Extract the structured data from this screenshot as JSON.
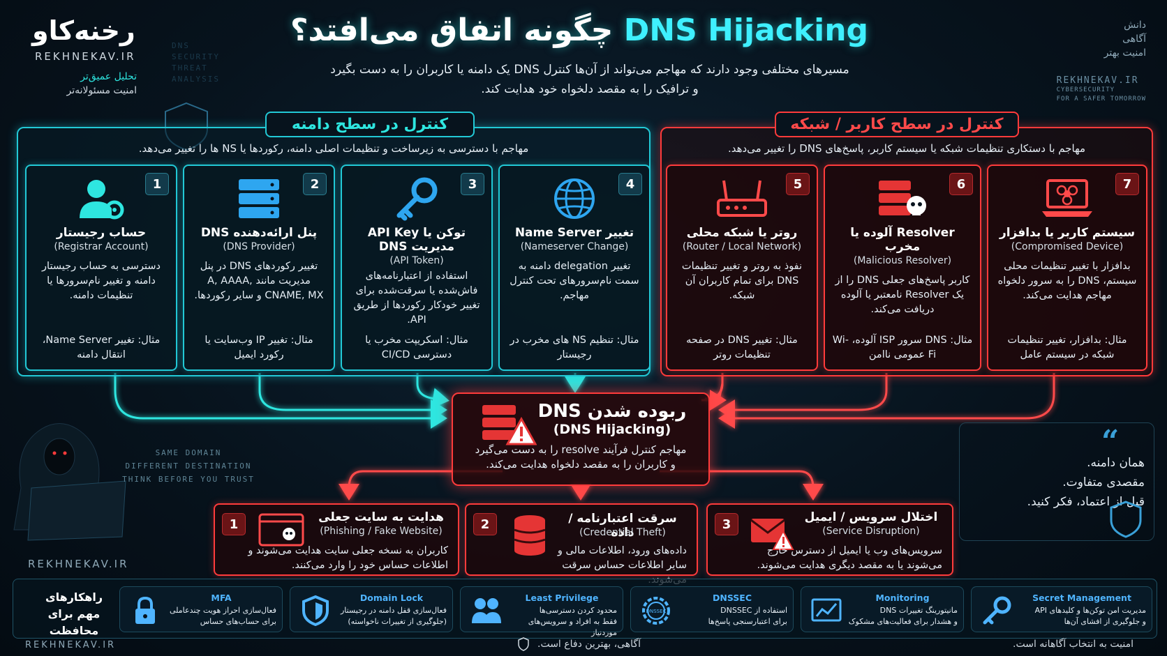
{
  "brand": {
    "logo": "رخنه‌کاو",
    "url": "REKHNEKAV.IR",
    "tagline_1": "تحلیل عمیق‌تر",
    "tagline_2": "امنیت مسئولانه‌تر",
    "bg_text_1": "DNS",
    "bg_text_2": "SECURITY",
    "bg_text_3": "THREAT",
    "bg_text_4": "ANALYSIS",
    "top_right_1": "دانش",
    "top_right_2": "آگاهی",
    "top_right_3": "امنیت بهتر",
    "top_right_url": "REKHNEKAV.IR",
    "top_right_sub_1": "CYBERSECURITY",
    "top_right_sub_2": "FOR A SAFER TOMORROW"
  },
  "header": {
    "title_prefix": "DNS Hijacking",
    "title_suffix": "چگونه اتفاق می‌افتد؟",
    "subtitle_1": "مسیرهای مختلفی وجود دارند که مهاجم می‌تواند از آن‌ها کنترل DNS یک دامنه یا کاربران را به دست بگیرد",
    "subtitle_2": "و ترافیک را به مقصد دلخواه خود هدایت کند."
  },
  "domain_panel": {
    "title": "کنترل در سطح دامنه",
    "desc": "مهاجم با دسترسی به زیرساخت و تنظیمات اصلی دامنه، رکوردها یا NS ها را تغییر می‌دهد.",
    "cards": [
      {
        "num": "1",
        "icon": "user-gear-icon",
        "title": "حساب رجیستار",
        "en": "(Registrar Account)",
        "body": "دسترسی به حساب رجیستار دامنه و تغییر نام‌سرورها یا تنظیمات دامنه.",
        "example": "مثال: تغییر Name Server، انتقال دامنه"
      },
      {
        "num": "2",
        "icon": "server-stack-icon",
        "title": "پنل ارائه‌دهنده DNS",
        "en": "(DNS Provider)",
        "body": "تغییر رکوردهای DNS در پنل مدیریت مانند A, AAAA, CNAME, MX و سایر رکوردها.",
        "example": "مثال: تغییر IP وب‌سایت یا رکورد ایمیل"
      },
      {
        "num": "3",
        "icon": "key-icon",
        "title": "توکن یا API Key مدیریت DNS",
        "en": "(API Token)",
        "body": "استفاده از اعتبارنامه‌های فاش‌شده یا سرقت‌شده برای تغییر خودکار رکوردها از طریق API.",
        "example": "مثال: اسکریپت مخرب یا دسترسی CI/CD"
      },
      {
        "num": "4",
        "icon": "globe-icon",
        "title": "تغییر Name Server",
        "en": "(Nameserver Change)",
        "body": "تغییر delegation دامنه به سمت نام‌سرورهای تحت کنترل مهاجم.",
        "example": "مثال: تنظیم NS های مخرب در رجیستار"
      }
    ]
  },
  "user_panel": {
    "title": "کنترل در سطح کاربر / شبکه",
    "desc": "مهاجم با دستکاری تنظیمات شبکه یا سیستم کاربر، پاسخ‌های DNS را تغییر می‌دهد.",
    "cards": [
      {
        "num": "5",
        "icon": "router-icon",
        "title": "روتر یا شبکه محلی",
        "en": "(Router / Local Network)",
        "body": "نفوذ به روتر و تغییر تنظیمات DNS برای تمام کاربران آن شبکه.",
        "example": "مثال: تغییر DNS در صفحه تنظیمات روتر"
      },
      {
        "num": "6",
        "icon": "malicious-server-icon",
        "title": "Resolver آلوده یا مخرب",
        "en": "(Malicious Resolver)",
        "body": "کاربر پاسخ‌های جعلی DNS را از یک Resolver نامعتبر یا آلوده دریافت می‌کند.",
        "example": "مثال: DNS سرور ISP آلوده، Wi-Fi عمومی ناامن"
      },
      {
        "num": "7",
        "icon": "biohazard-laptop-icon",
        "title": "سیستم کاربر یا بدافزار",
        "en": "(Compromised Device)",
        "body": "بدافزار با تغییر تنظیمات محلی سیستم، DNS را به سرور دلخواه مهاجم هدایت می‌کند.",
        "example": "مثال: بدافزار، تغییر تنظیمات شبکه در سیستم عامل"
      }
    ]
  },
  "center": {
    "title": "ربوده شدن DNS",
    "en": "(DNS Hijacking)",
    "body_1": "مهاجم کنترل فرآیند resolve را به دست می‌گیرد",
    "body_2": "و کاربران را به مقصد دلخواه هدایت می‌کند."
  },
  "impacts": [
    {
      "num": "1",
      "icon": "phishing-window-icon",
      "title": "هدایت به سایت جعلی",
      "en": "(Phishing / Fake Website)",
      "body": "کاربران به نسخه جعلی سایت هدایت می‌شوند و اطلاعات حساس خود را وارد می‌کنند."
    },
    {
      "num": "2",
      "icon": "database-icon",
      "title": "سرقت اعتبارنامه / داده",
      "en": "(Credential Theft)",
      "body": "داده‌های ورود، اطلاعات مالی و سایر اطلاعات حساس سرقت می‌شوند."
    },
    {
      "num": "3",
      "icon": "mail-alert-icon",
      "title": "اختلال سرویس / ایمیل",
      "en": "(Service Disruption)",
      "body": "سرویس‌های وب یا ایمیل از دسترس خارج می‌شوند یا به مقصد دیگری هدایت می‌شوند."
    }
  ],
  "quote": {
    "line_1": "همان دامنه.",
    "line_2": "مقصدی متفاوت.",
    "line_3": "قبل از اعتماد، فکر کنید."
  },
  "hacker_text": {
    "line_1": "SAME DOMAIN",
    "line_2": "DIFFERENT DESTINATION",
    "line_3": "THINK BEFORE YOU TRUST"
  },
  "mid_url": "REKHNEKAV.IR",
  "solutions": {
    "head_1": "راهکارهای",
    "head_2": "مهم برای محافظت",
    "items": [
      {
        "title": "MFA",
        "icon": "lock-icon",
        "desc_1": "فعال‌سازی احراز هویت چندعاملی",
        "desc_2": "برای حساب‌های حساس"
      },
      {
        "title": "Domain Lock",
        "icon": "shield-icon",
        "desc_1": "فعال‌سازی قفل دامنه در رجیستار",
        "desc_2": "(جلوگیری از تغییرات ناخواسته)"
      },
      {
        "title": "Least Privilege",
        "icon": "users-icon",
        "desc_1": "محدود کردن دسترسی‌ها",
        "desc_2": "فقط به افراد و سرویس‌های موردنیاز"
      },
      {
        "title": "DNSSEC",
        "icon": "dnssec-gear-icon",
        "desc_1": "استفاده از DNSSEC",
        "desc_2": "برای اعتبارسنجی پاسخ‌ها"
      },
      {
        "title": "Monitoring",
        "icon": "chart-monitor-icon",
        "desc_1": "مانیتورینگ تغییرات DNS",
        "desc_2": "و هشدار برای فعالیت‌های مشکوک"
      },
      {
        "title": "Secret Management",
        "icon": "key-icon",
        "desc_1": "مدیریت امن توکن‌ها و کلیدهای API",
        "desc_2": "و جلوگیری از افشای آن‌ها"
      }
    ]
  },
  "footer": {
    "url": "REKHNEKAV.IR",
    "mid": "آگاهی، بهترین دفاع است.",
    "right": "امنیت به انتخاب آگاهانه است."
  },
  "colors": {
    "cyan": "#22c9d6",
    "red": "#ff3b3b",
    "background": "#07131d",
    "blue_accent": "#4fb4ff"
  }
}
